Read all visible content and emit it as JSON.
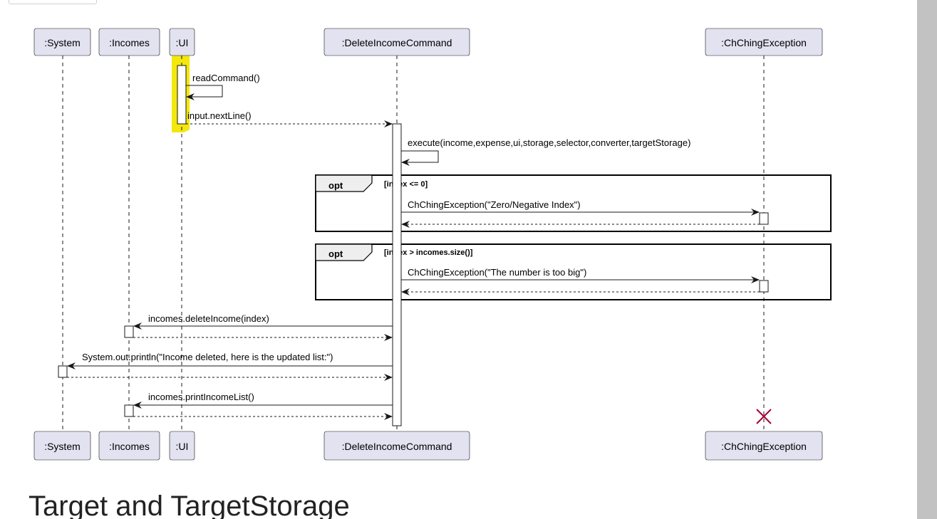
{
  "heading": "Target and TargetStorage",
  "participants": {
    "system": ":System",
    "incomes": ":Incomes",
    "ui": ":UI",
    "command": ":DeleteIncomeCommand",
    "exception": ":ChChingException"
  },
  "messages": {
    "read_command": "readCommand()",
    "next_line": "input.nextLine()",
    "execute": "execute(income,expense,ui,storage,selector,converter,targetStorage)",
    "zero_negative": "ChChingException(\"Zero/Negative Index\")",
    "too_big": "ChChingException(\"The number is too big\")",
    "delete_income": "incomes.deleteIncome(index)",
    "println": "System.out.println(\"Income deleted, here is the updated list:\")",
    "print_list": "incomes.printIncomeList()"
  },
  "fragments": {
    "opt1": {
      "keyword": "opt",
      "guard": "[index <= 0]"
    },
    "opt2": {
      "keyword": "opt",
      "guard": "[index > incomes.size()]"
    }
  },
  "colors": {
    "participant_fill": "#E2E2F0",
    "participant_border": "#181818",
    "lifeline": "#181818",
    "highlight": "#F2E600",
    "destroy_mark": "#A80036"
  }
}
